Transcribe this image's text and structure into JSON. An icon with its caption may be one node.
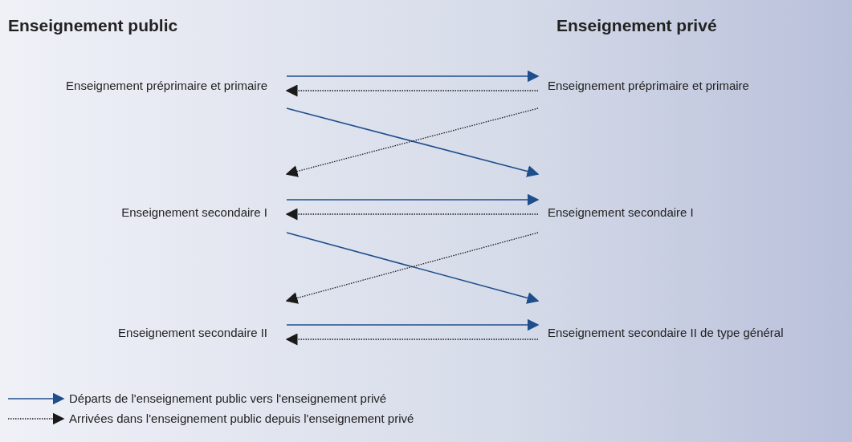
{
  "diagram": {
    "nodes": [
      {
        "text": [
          "Enseignement préprimaire et primaire"
        ]
      },
      {
        "text": [
          "Enseignement préprimaire et primaire"
        ]
      },
      {
        "text": [
          "Enseignement secondaire I"
        ]
      },
      {
        "text": [
          "Enseignement secondaire I"
        ]
      },
      {
        "text": [
          "Enseignement secondaire II"
        ]
      },
      {
        "text": [
          "Enseignement secondaire II de type général"
        ]
      }
    ],
    "edges": [
      {
        "from": 0,
        "to": 1,
        "arrow": "to"
      },
      {
        "from": 1,
        "to": 0,
        "arrow": "to",
        "style": "dashed",
        "color": "#1a1a1a"
      },
      {
        "from": 0,
        "to": 3,
        "arrow": "to"
      },
      {
        "from": 1,
        "to": 2,
        "arrow": "to",
        "style": "dashed",
        "color": "#1a1a1a"
      },
      {
        "from": 2,
        "to": 3,
        "arrow": "to"
      },
      {
        "from": 3,
        "to": 2,
        "arrow": "to",
        "style": "dashed",
        "color": "#1a1a1a"
      },
      {
        "from": 2,
        "to": 5,
        "arrow": "to"
      },
      {
        "from": 3,
        "to": 4,
        "arrow": "to",
        "style": "dashed",
        "color": "#1a1a1a"
      },
      {
        "from": 4,
        "to": 5,
        "arrow": "to"
      },
      {
        "from": 5,
        "to": 4,
        "arrow": "to",
        "style": "dashed",
        "color": "#1a1a1a"
      }
    ],
    "labels": [
      "Enseignement public",
      "Enseignement privé"
    ],
    "legend": [
      {
        "text": "Départs de l'enseignement public vers l'enseignement privé"
      },
      {
        "text": "Arrivées dans l'enseignement public depuis l'enseignement privé"
      }
    ]
  }
}
